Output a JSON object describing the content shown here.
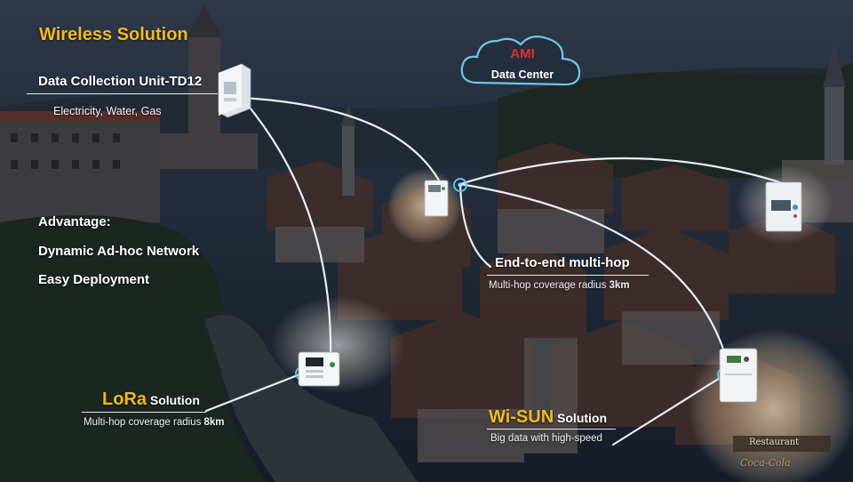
{
  "heading": "Wireless Solution",
  "dcu": {
    "title": "Data Collection Unit-TD12",
    "subtitle": "Electricity, Water, Gas"
  },
  "advantage": {
    "heading": "Advantage:",
    "items": [
      "Dynamic Ad-hoc Network",
      "Easy Deployment"
    ]
  },
  "cloud": {
    "line1": "AMI",
    "line2": "Data Center"
  },
  "multihop": {
    "title": "End-to-end multi-hop",
    "caption_prefix": "Multi-hop coverage radius ",
    "caption_value": "3km"
  },
  "lora": {
    "brand": "LoRa",
    "suffix": " Solution",
    "caption_prefix": "Multi-hop coverage radius ",
    "caption_value": "8km"
  },
  "wisun": {
    "brand": "Wi-SUN",
    "suffix": " Solution",
    "caption": "Big data with high-speed"
  },
  "sign": {
    "restaurant": "Restaurant",
    "cocacola": "Coca-Cola"
  },
  "colors": {
    "accent": "#f4b822",
    "cloud_outline": "#6ec6ea",
    "cloud_red": "#e0322a",
    "link": "#e9eef6"
  }
}
